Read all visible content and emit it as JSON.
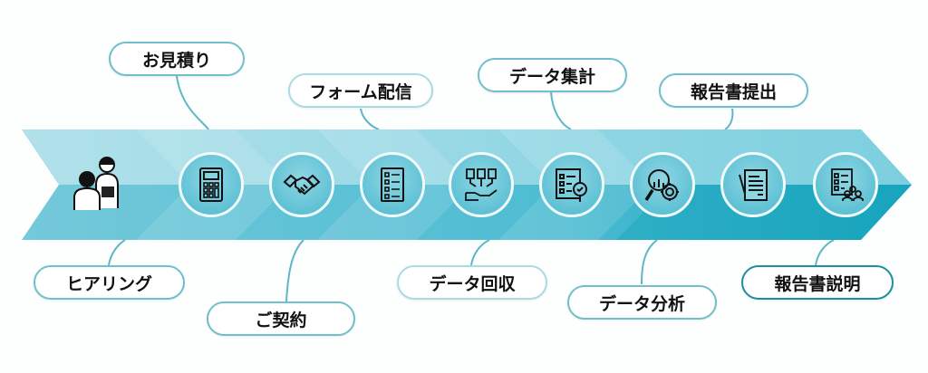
{
  "steps_top": [
    {
      "label": "お見積り"
    },
    {
      "label": "フォーム配信"
    },
    {
      "label": "データ集計"
    },
    {
      "label": "報告書提出"
    }
  ],
  "steps_bottom": [
    {
      "label": "ヒアリング"
    },
    {
      "label": "ご契約"
    },
    {
      "label": "データ回収"
    },
    {
      "label": "データ分析"
    },
    {
      "label": "報告書説明"
    }
  ],
  "icons": [
    "people-meeting-icon",
    "calculator-icon",
    "handshake-icon",
    "checklist-icon",
    "data-collection-icon",
    "checklist-search-icon",
    "analysis-gear-icon",
    "documents-icon",
    "report-meeting-icon"
  ],
  "colors": {
    "band_light": "#a6dde7",
    "band_mid": "#6cc6d8",
    "band_dark": "#22a8bf",
    "pill_border": "#6fbfcc"
  }
}
